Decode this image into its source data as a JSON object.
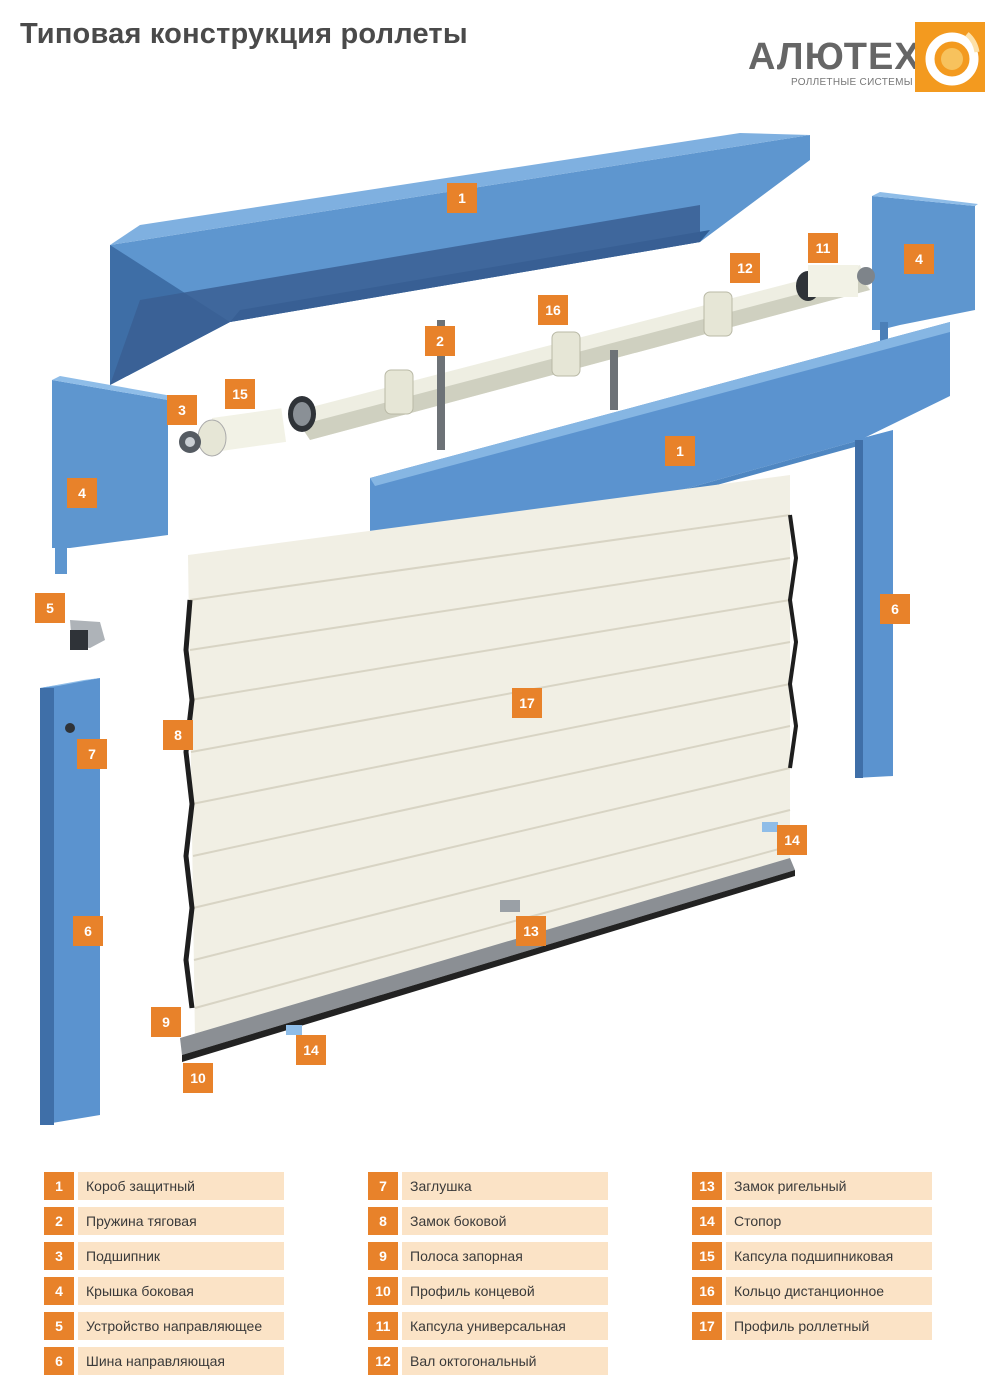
{
  "title": "Типовая конструкция роллеты",
  "logo": {
    "name": "АЛЮТЕХ",
    "subtitle": "РОЛЛЕТНЫЕ СИСТЕМЫ"
  },
  "colors": {
    "accent": "#e8822a",
    "legend_bg": "#fbe3c6",
    "steel_blue": "#5b93cf",
    "curtain": "#f1efe4"
  },
  "callouts": [
    "1",
    "1",
    "2",
    "3",
    "4",
    "4",
    "5",
    "6",
    "6",
    "7",
    "8",
    "9",
    "10",
    "11",
    "12",
    "13",
    "14",
    "14",
    "15",
    "16",
    "17"
  ],
  "legend": [
    {
      "num": "1",
      "label": "Короб защитный"
    },
    {
      "num": "2",
      "label": "Пружина тяговая"
    },
    {
      "num": "3",
      "label": "Подшипник"
    },
    {
      "num": "4",
      "label": "Крышка боковая"
    },
    {
      "num": "5",
      "label": "Устройство направляющее"
    },
    {
      "num": "6",
      "label": "Шина направляющая"
    },
    {
      "num": "7",
      "label": "Заглушка"
    },
    {
      "num": "8",
      "label": "Замок боковой"
    },
    {
      "num": "9",
      "label": "Полоса запорная"
    },
    {
      "num": "10",
      "label": "Профиль концевой"
    },
    {
      "num": "11",
      "label": "Капсула универсальная"
    },
    {
      "num": "12",
      "label": "Вал октогональный"
    },
    {
      "num": "13",
      "label": "Замок ригельный"
    },
    {
      "num": "14",
      "label": "Стопор"
    },
    {
      "num": "15",
      "label": "Капсула подшипниковая"
    },
    {
      "num": "16",
      "label": "Кольцо дистанционное"
    },
    {
      "num": "17",
      "label": "Профиль роллетный"
    }
  ]
}
